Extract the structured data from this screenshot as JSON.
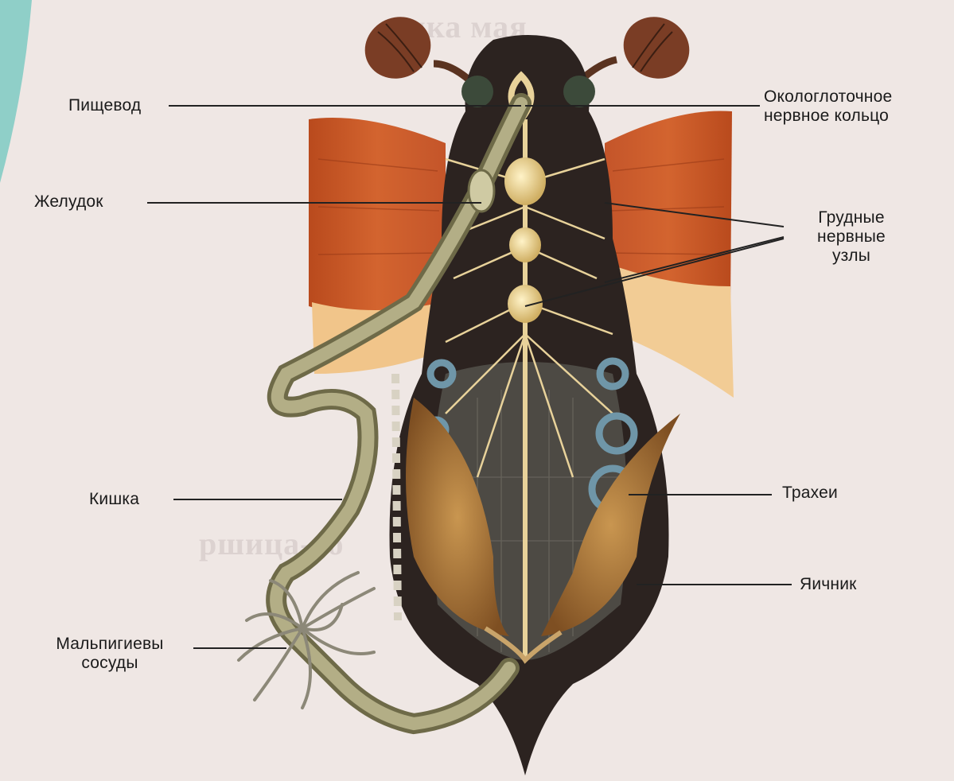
{
  "labels": {
    "esophagus": "Пищевод",
    "stomach": "Желудок",
    "intestine": "Кишка",
    "malpighian_line1": "Мальпигиевы",
    "malpighian_line2": "сосуды",
    "nerve_ring_line1": "Окологлоточное",
    "nerve_ring_line2": "нервное кольцо",
    "thoracic_line1": "Грудные",
    "thoracic_line2": "нервные",
    "thoracic_line3": "узлы",
    "tracheae": "Трахеи",
    "ovary": "Яичник"
  },
  "colors": {
    "background": "#efe7e4",
    "accent_tab": "#8fcfc8",
    "body_dark": "#2c2320",
    "wing": "#c9592a",
    "nerve": "#e8d29a",
    "trachea": "#6f96a8",
    "gut": "#9e9a72",
    "ovary": "#b07a3c"
  }
}
